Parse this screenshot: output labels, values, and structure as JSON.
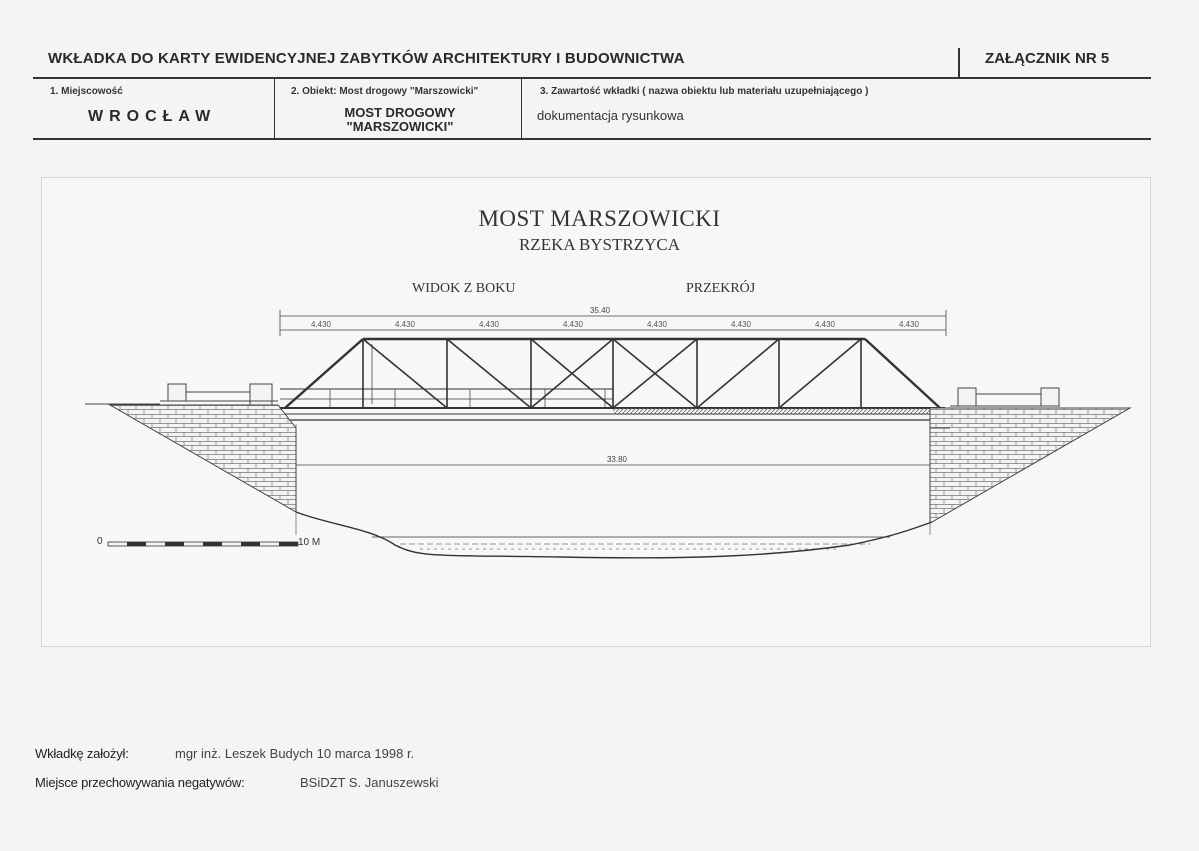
{
  "header": {
    "title": "WKŁADKA DO KARTY EWIDENCYJNEJ ZABYTKÓW ARCHITEKTURY I BUDOWNICTWA",
    "annex": "ZAŁĄCZNIK NR 5"
  },
  "fields": {
    "place_label": "1. Miejscowość",
    "place_value": "WROCŁAW",
    "object_label": "2. Obiekt: Most drogowy \"Marszowicki\"",
    "object_value_line1": "MOST DROGOWY",
    "object_value_line2": "\"MARSZOWICKI\"",
    "content_label": "3. Zawartość wkładki ( nazwa obiektu lub materiału uzupełniającego )",
    "content_value": "dokumentacja rysunkowa"
  },
  "drawing": {
    "title": "MOST MARSZOWICKI",
    "subtitle": "RZEKA BYSTRZYCA",
    "view_side": "WIDOK Z BOKU",
    "view_section": "PRZEKRÓJ",
    "total_length": "35.40",
    "panel_length": "4.430",
    "span_length": "33.80",
    "scale_start": "0",
    "scale_end": "10 M"
  },
  "footer": {
    "author_label": "Wkładkę założył:",
    "author_value": "mgr inż. Leszek Budych 10 marca 1998 r.",
    "storage_label": "Miejsce przechowywania negatywów:",
    "storage_value": "BSiDZT S. Januszewski"
  }
}
